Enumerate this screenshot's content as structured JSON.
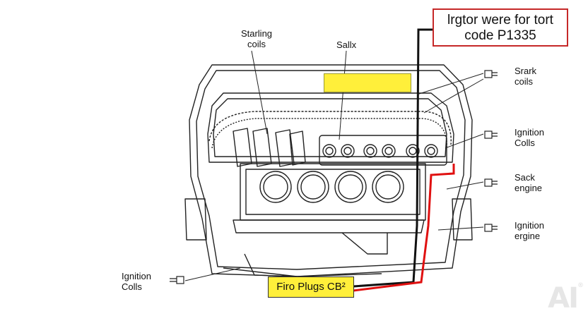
{
  "title_box": {
    "line1": "lrgtor were for tort",
    "line2": "code P1335"
  },
  "labels": {
    "starting_coils": [
      "Starling",
      "coils"
    ],
    "sallx": "Sallx",
    "srark_coils": [
      "Srark",
      "coils"
    ],
    "ignition_coils_right": [
      "Ignition",
      "Colls"
    ],
    "sack_engine": [
      "Sack",
      "engine"
    ],
    "ignition_engine": [
      "Ignition",
      "ergine"
    ],
    "ignition_coils_left": [
      "Ignition",
      "Colls"
    ]
  },
  "plug_box": {
    "text": "Firo Plugs CB²"
  },
  "watermark": {
    "text": "AI",
    "mark": "®"
  },
  "colors": {
    "highlight": "#ffef3a",
    "wire_red": "#e01010",
    "wire_black": "#111111",
    "title_border": "#c62828"
  }
}
